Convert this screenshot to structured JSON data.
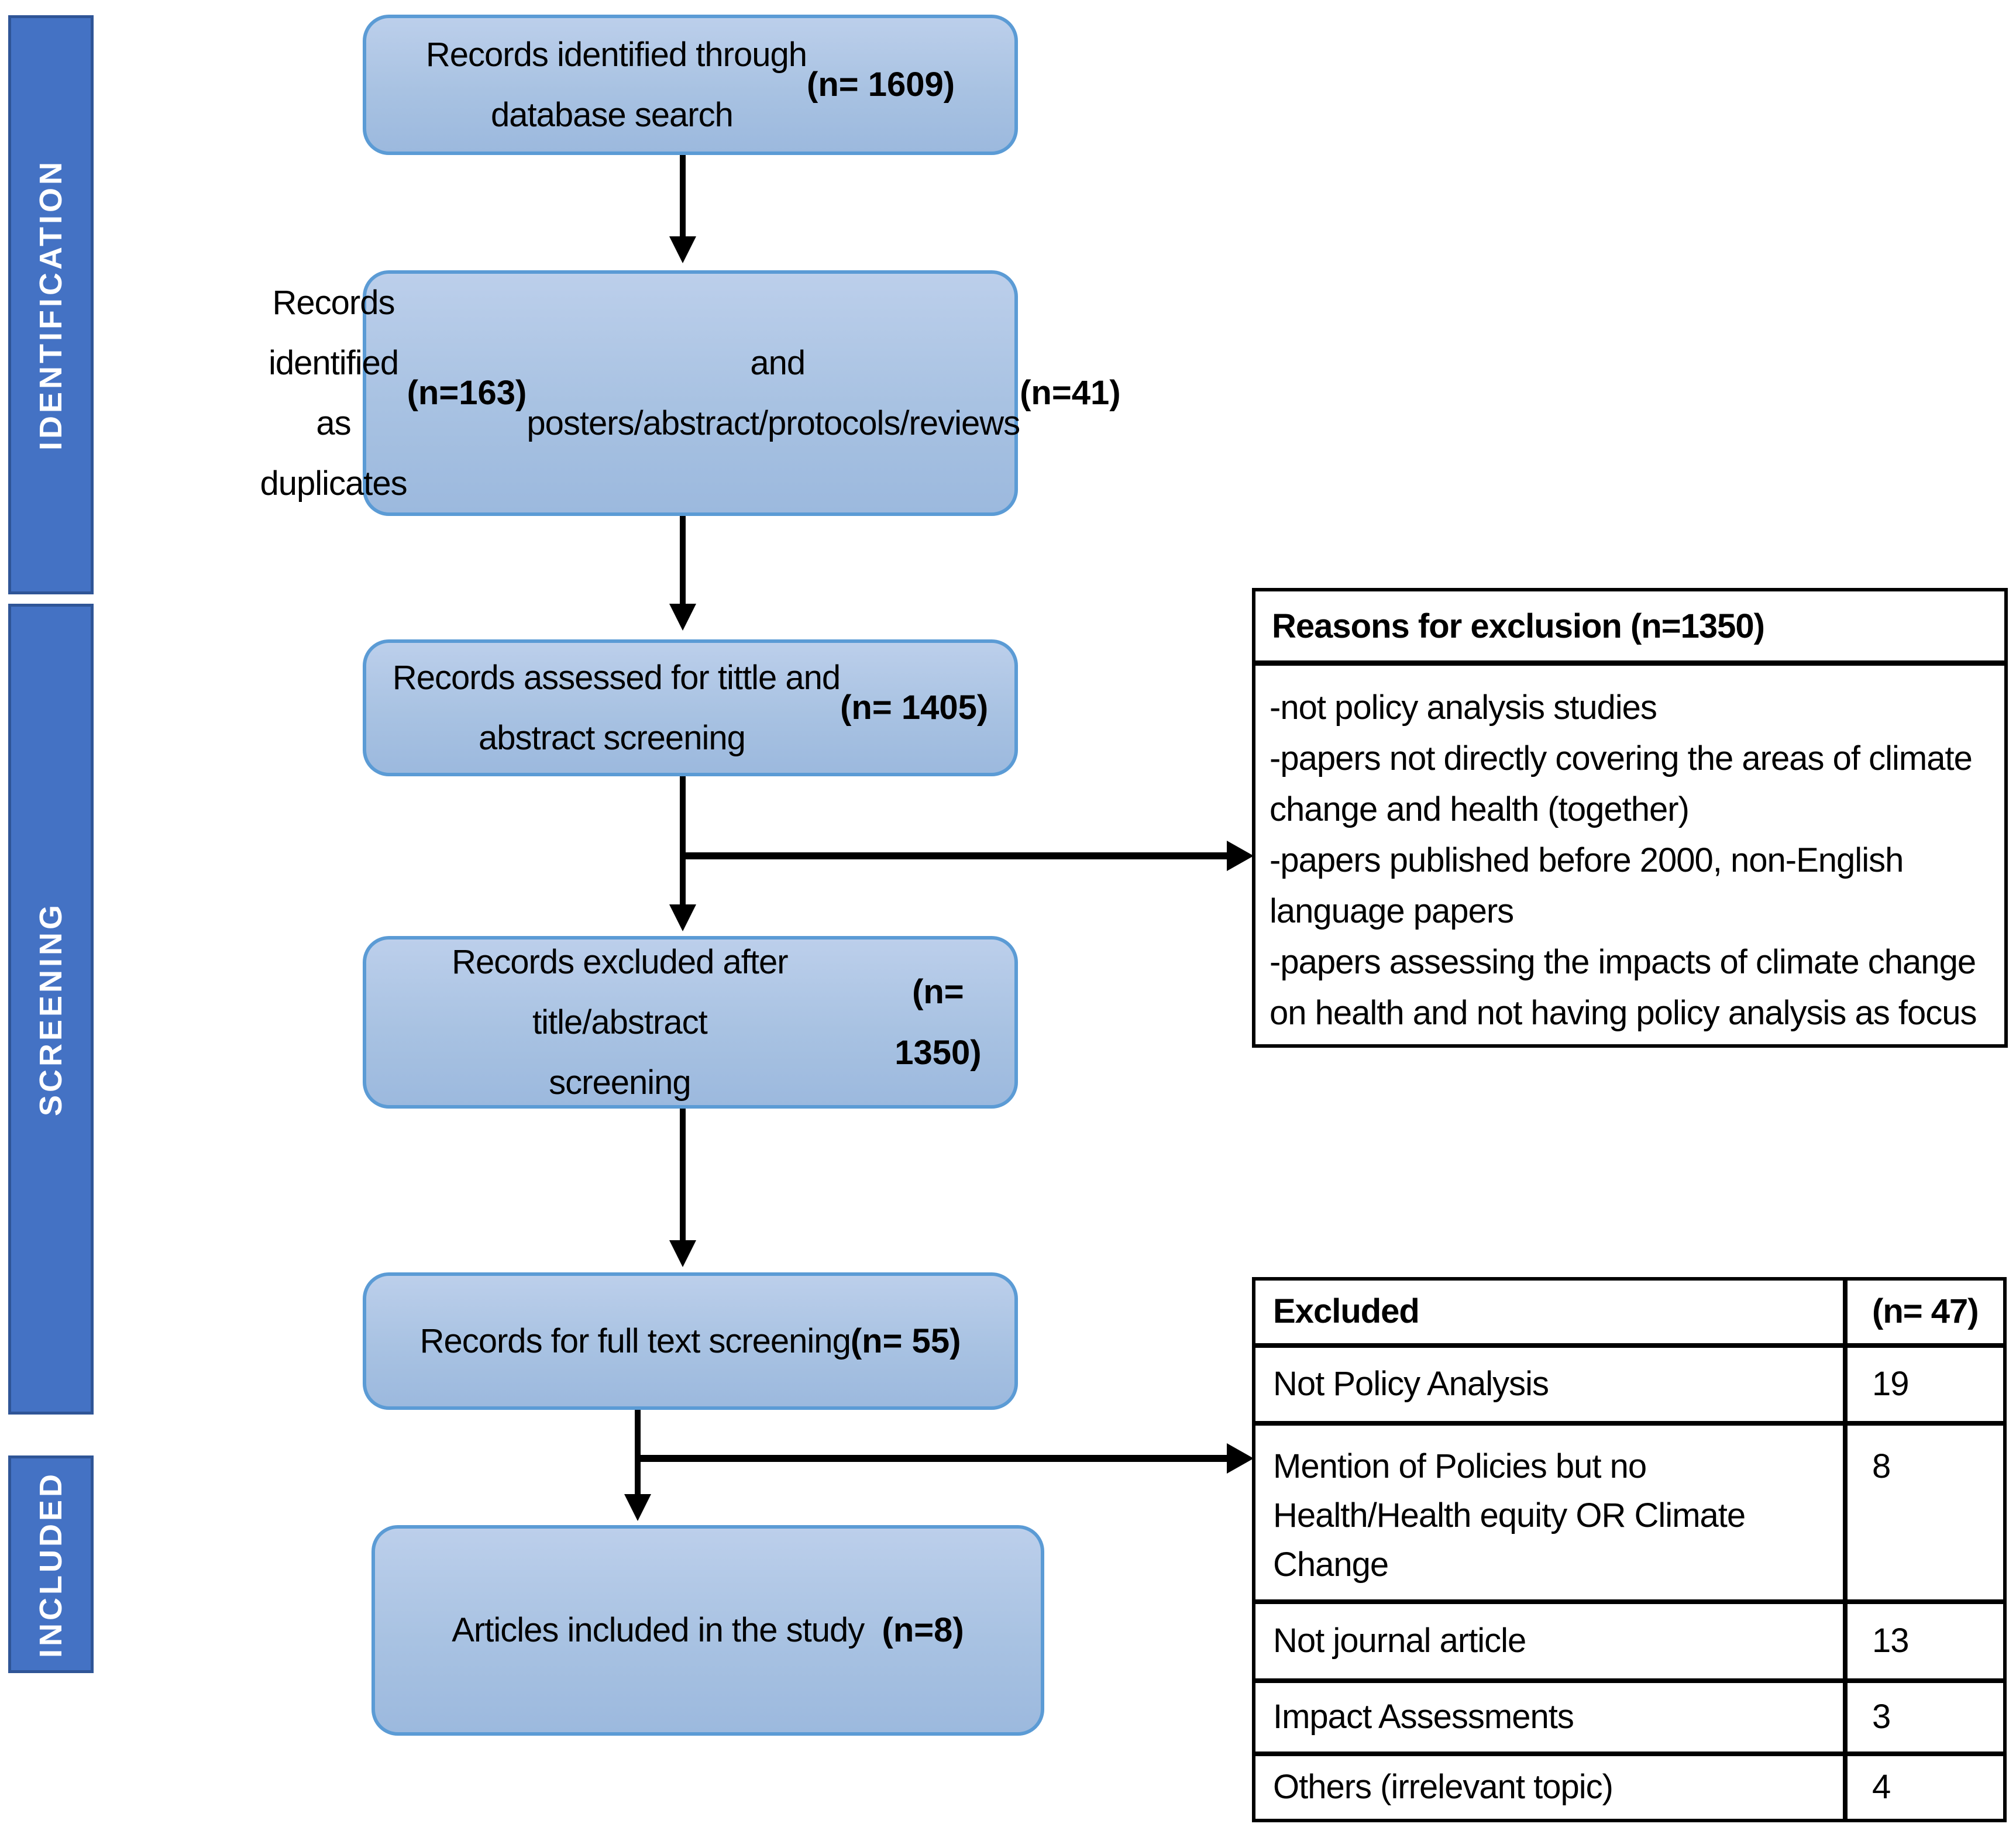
{
  "colors": {
    "phase_bar_fill": "#4472c4",
    "phase_bar_border": "#2f5597",
    "flow_box_fill": "#a8c2e2",
    "flow_box_border": "#5b9bd5",
    "line_color": "#000000",
    "text_color": "#000000"
  },
  "phases": [
    {
      "label": "IDENTIFICATION"
    },
    {
      "label": "SCREENING"
    },
    {
      "label": "INCLUDED"
    }
  ],
  "flow_boxes": [
    {
      "segments": [
        {
          "text": "Records identified through\ndatabase search ",
          "bold": false
        },
        {
          "text": "(n= 1609)",
          "bold": true
        }
      ]
    },
    {
      "segments": [
        {
          "text": "Records identified as duplicates\n",
          "bold": false
        },
        {
          "text": "(n=163)",
          "bold": true
        },
        {
          "text": " and\nposters/abstract/protocols/reviews\n",
          "bold": false
        },
        {
          "text": "(n=41)",
          "bold": true
        }
      ]
    },
    {
      "segments": [
        {
          "text": "Records assessed for tittle and\nabstract screening ",
          "bold": false
        },
        {
          "text": "(n= 1405)",
          "bold": true
        }
      ]
    },
    {
      "segments": [
        {
          "text": "Records excluded after title/abstract\nscreening\n",
          "bold": false
        },
        {
          "text": "(n= 1350)",
          "bold": true
        }
      ]
    },
    {
      "segments": [
        {
          "text": "Records for full text screening\n",
          "bold": false
        },
        {
          "text": "(n= 55)",
          "bold": true
        }
      ]
    },
    {
      "segments": [
        {
          "text": "Articles included in the study  ",
          "bold": false
        },
        {
          "text": "(n=8)",
          "bold": true
        }
      ]
    }
  ],
  "reasons_box": {
    "header": "Reasons for exclusion (n=1350)",
    "items": [
      "-not policy analysis studies",
      "-papers not directly covering the areas of climate change and health (together)",
      "-papers published before 2000, non-English language papers",
      "-papers assessing the impacts of climate change on health and not having policy analysis as focus"
    ]
  },
  "excluded_table": {
    "header": {
      "label": "Excluded",
      "count": "(n= 47)"
    },
    "rows": [
      {
        "label": "Not Policy Analysis",
        "count": "19"
      },
      {
        "label": "Mention of Policies but no Health/Health equity OR Climate Change",
        "count": "8"
      },
      {
        "label": "Not journal article",
        "count": "13"
      },
      {
        "label": "Impact Assessments",
        "count": "3"
      },
      {
        "label": "Others (irrelevant topic)",
        "count": "4"
      }
    ]
  }
}
